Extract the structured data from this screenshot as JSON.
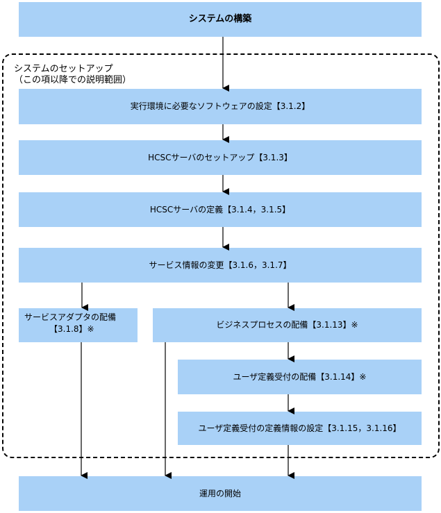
{
  "boxes": {
    "build": "システムの構築",
    "runtime_software": "実行環境に必要なソフトウェアの設定【3.1.2】",
    "hcsc_setup": "HCSCサーバのセットアップ【3.1.3】",
    "hcsc_define": "HCSCサーバの定義【3.1.4，3.1.5】",
    "service_info": "サービス情報の変更【3.1.6，3.1.7】",
    "adapter_deploy_line1": "サービスアダプタの配備",
    "adapter_deploy_line2": "【3.1.8】※",
    "business_process": "ビジネスプロセスの配備【3.1.13】※",
    "user_reception_deploy": "ユーザ定義受付の配備【3.1.14】※",
    "user_reception_info": "ユーザ定義受付の定義情報の設定【3.1.15，3.1.16】",
    "operation_start": "運用の開始"
  },
  "group": {
    "title": "システムのセットアップ",
    "subtitle": "（この項以降での説明範囲）"
  }
}
